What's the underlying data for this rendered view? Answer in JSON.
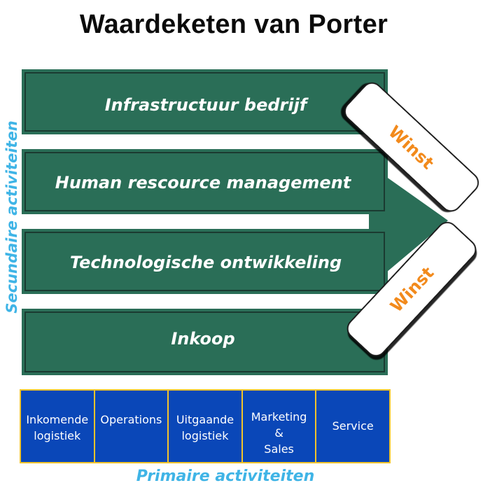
{
  "title": "Waardeketen van Porter",
  "secondary": {
    "label": "Secundaire activiteiten",
    "bars": [
      {
        "label": "Infrastructuur bedrijf"
      },
      {
        "label": "Human rescource management"
      },
      {
        "label": "Technologische ontwikkeling"
      },
      {
        "label": "Inkoop"
      }
    ]
  },
  "margin": {
    "top_label": "Winst",
    "bottom_label": "Winst"
  },
  "primary": {
    "label": "Primaire activiteiten",
    "cells": [
      {
        "label": "Inkomende\nlogistiek"
      },
      {
        "label": "Operations"
      },
      {
        "label": "Uitgaande\nlogistiek"
      },
      {
        "label": "Marketing\n&\nSales"
      },
      {
        "label": "Service"
      }
    ]
  },
  "colors": {
    "bar_fill": "#2a6e57",
    "bar_border": "#1b3b31",
    "primary_fill": "#0a47b8",
    "primary_border": "#f2c42a",
    "winst_text": "#f28a1c",
    "label_blue": "#3fb4e6"
  }
}
